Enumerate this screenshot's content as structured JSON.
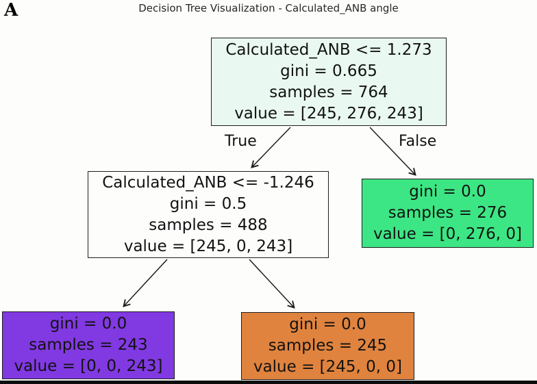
{
  "panel_label": "A",
  "title": "Decision Tree Visualization - Calculated_ANB angle",
  "edge_labels": {
    "true_label": "True",
    "false_label": "False"
  },
  "colors": {
    "root_fill": "#e9f8f0",
    "split_fill": "#fdfefb",
    "green_leaf_fill": "#3de684",
    "purple_leaf_fill": "#8139e2",
    "orange_leaf_fill": "#e0833e",
    "border": "#1c1c1c"
  },
  "nodes": {
    "root": {
      "lines": [
        "Calculated_ANB <= 1.273",
        "gini = 0.665",
        "samples = 764",
        "value = [245, 276, 243]"
      ]
    },
    "left_split": {
      "lines": [
        "Calculated_ANB <= -1.246",
        "gini = 0.5",
        "samples = 488",
        "value = [245, 0, 243]"
      ]
    },
    "right_green_leaf": {
      "lines": [
        "gini = 0.0",
        "samples = 276",
        "value = [0, 276, 0]"
      ]
    },
    "bottom_left_purple_leaf": {
      "lines": [
        "gini = 0.0",
        "samples = 243",
        "value = [0, 0, 243]"
      ]
    },
    "bottom_right_orange_leaf": {
      "lines": [
        "gini = 0.0",
        "samples = 245",
        "value = [245, 0, 0]"
      ]
    }
  }
}
